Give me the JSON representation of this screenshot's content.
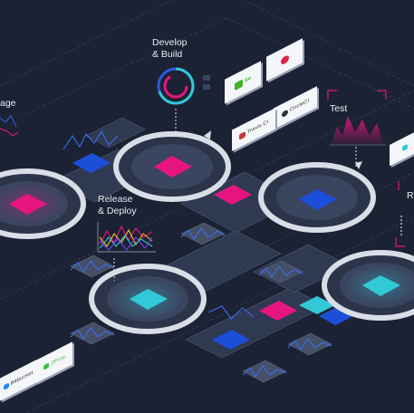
{
  "labels": {
    "develop_build": "Develop\n& Build",
    "test": "Test",
    "release_deploy": "Release\n& Deploy",
    "manage_partial": "age",
    "right_partial": "R"
  },
  "tools": {
    "circleci": "CircleCI",
    "travis": "Travis CI",
    "bitbucket": "Bitbucket",
    "jfrog": "JFrog",
    "selenium": "Se"
  },
  "colors": {
    "background": "#1b2233",
    "magenta": "#e6157f",
    "blue": "#1c4fd8",
    "cyan": "#31c9d8",
    "ring": "#d9dde5"
  }
}
